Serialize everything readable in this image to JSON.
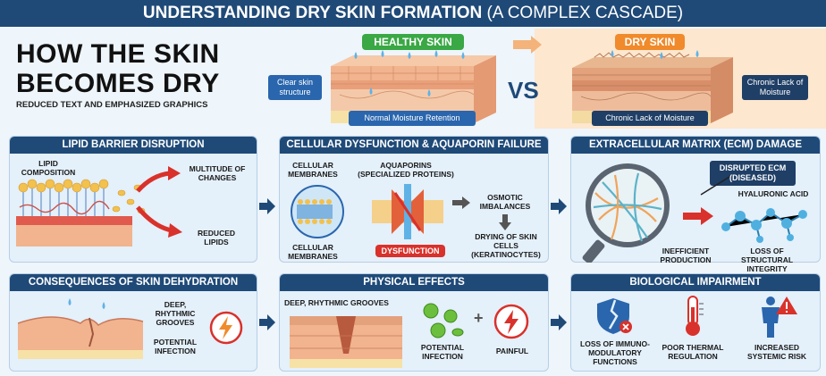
{
  "banner": {
    "title_bold": "UNDERSTANDING DRY SKIN FORMATION",
    "title_light": "(A COMPLEX CASCADE)"
  },
  "hero": {
    "line1": "HOW THE SKIN",
    "line2": "BECOMES DRY",
    "subtitle": "REDUCED TEXT AND EMPHASIZED GRAPHICS"
  },
  "comparison": {
    "healthy_label": "HEALTHY SKIN",
    "dry_label": "DRY SKIN",
    "vs": "VS",
    "clear_structure": "Clear skin structure",
    "normal_moisture": "Normal Moisture Retention",
    "chronic_lack_bottom": "Chronic Lack of Moisture",
    "chronic_lack_side": "Chronic Lack of Moisture"
  },
  "panels": {
    "lipid": {
      "title": "LIPID BARRIER DISRUPTION",
      "lipid_composition": "LIPID COMPOSITION",
      "multitude": "MULTITUDE OF CHANGES",
      "reduced": "REDUCED LIPIDS"
    },
    "cellular": {
      "title": "CELLULAR DYSFUNCTION & AQUAPORIN FAILURE",
      "membranes_top": "CELLULAR MEMBRANES",
      "membranes_bottom": "CELLULAR MEMBRANES",
      "aquaporins": "AQUAPORINS (SPECIALIZED PROTEINS)",
      "osmotic": "OSMOTIC IMBALANCES",
      "drying": "DRYING OF SKIN CELLS (KERATINOCYTES)",
      "dysfunction": "DYSFUNCTION"
    },
    "ecm": {
      "title": "EXTRACELLULAR MATRIX (ECM) DAMAGE",
      "disrupted": "DISRUPTED ECM (DISEASED)",
      "hyaluronic": "HYALURONIC ACID",
      "inefficient": "INEFFICIENT PRODUCTION",
      "loss": "LOSS OF STRUCTURAL INTEGRITY"
    },
    "consequences": {
      "title": "CONSEQUENCES OF SKIN DEHYDRATION",
      "grooves": "DEEP, RHYTHMIC GROOVES",
      "infection": "POTENTIAL INFECTION"
    },
    "physical": {
      "title": "PHYSICAL EFFECTS",
      "grooves": "DEEP, RHYTHMIC GROOVES",
      "infection": "POTENTIAL INFECTION",
      "painful": "PAINFUL"
    },
    "biological": {
      "title": "BIOLOGICAL IMPAIRMENT",
      "immuno": "LOSS OF IMMUNO-MODULATORY FUNCTIONS",
      "thermal": "POOR THERMAL REGULATION",
      "systemic": "INCREASED SYSTEMIC RISK"
    }
  },
  "colors": {
    "navy": "#1f4a78",
    "green": "#3aa845",
    "orange": "#f08a2b",
    "red": "#d9312b",
    "blue": "#2a66ad"
  }
}
